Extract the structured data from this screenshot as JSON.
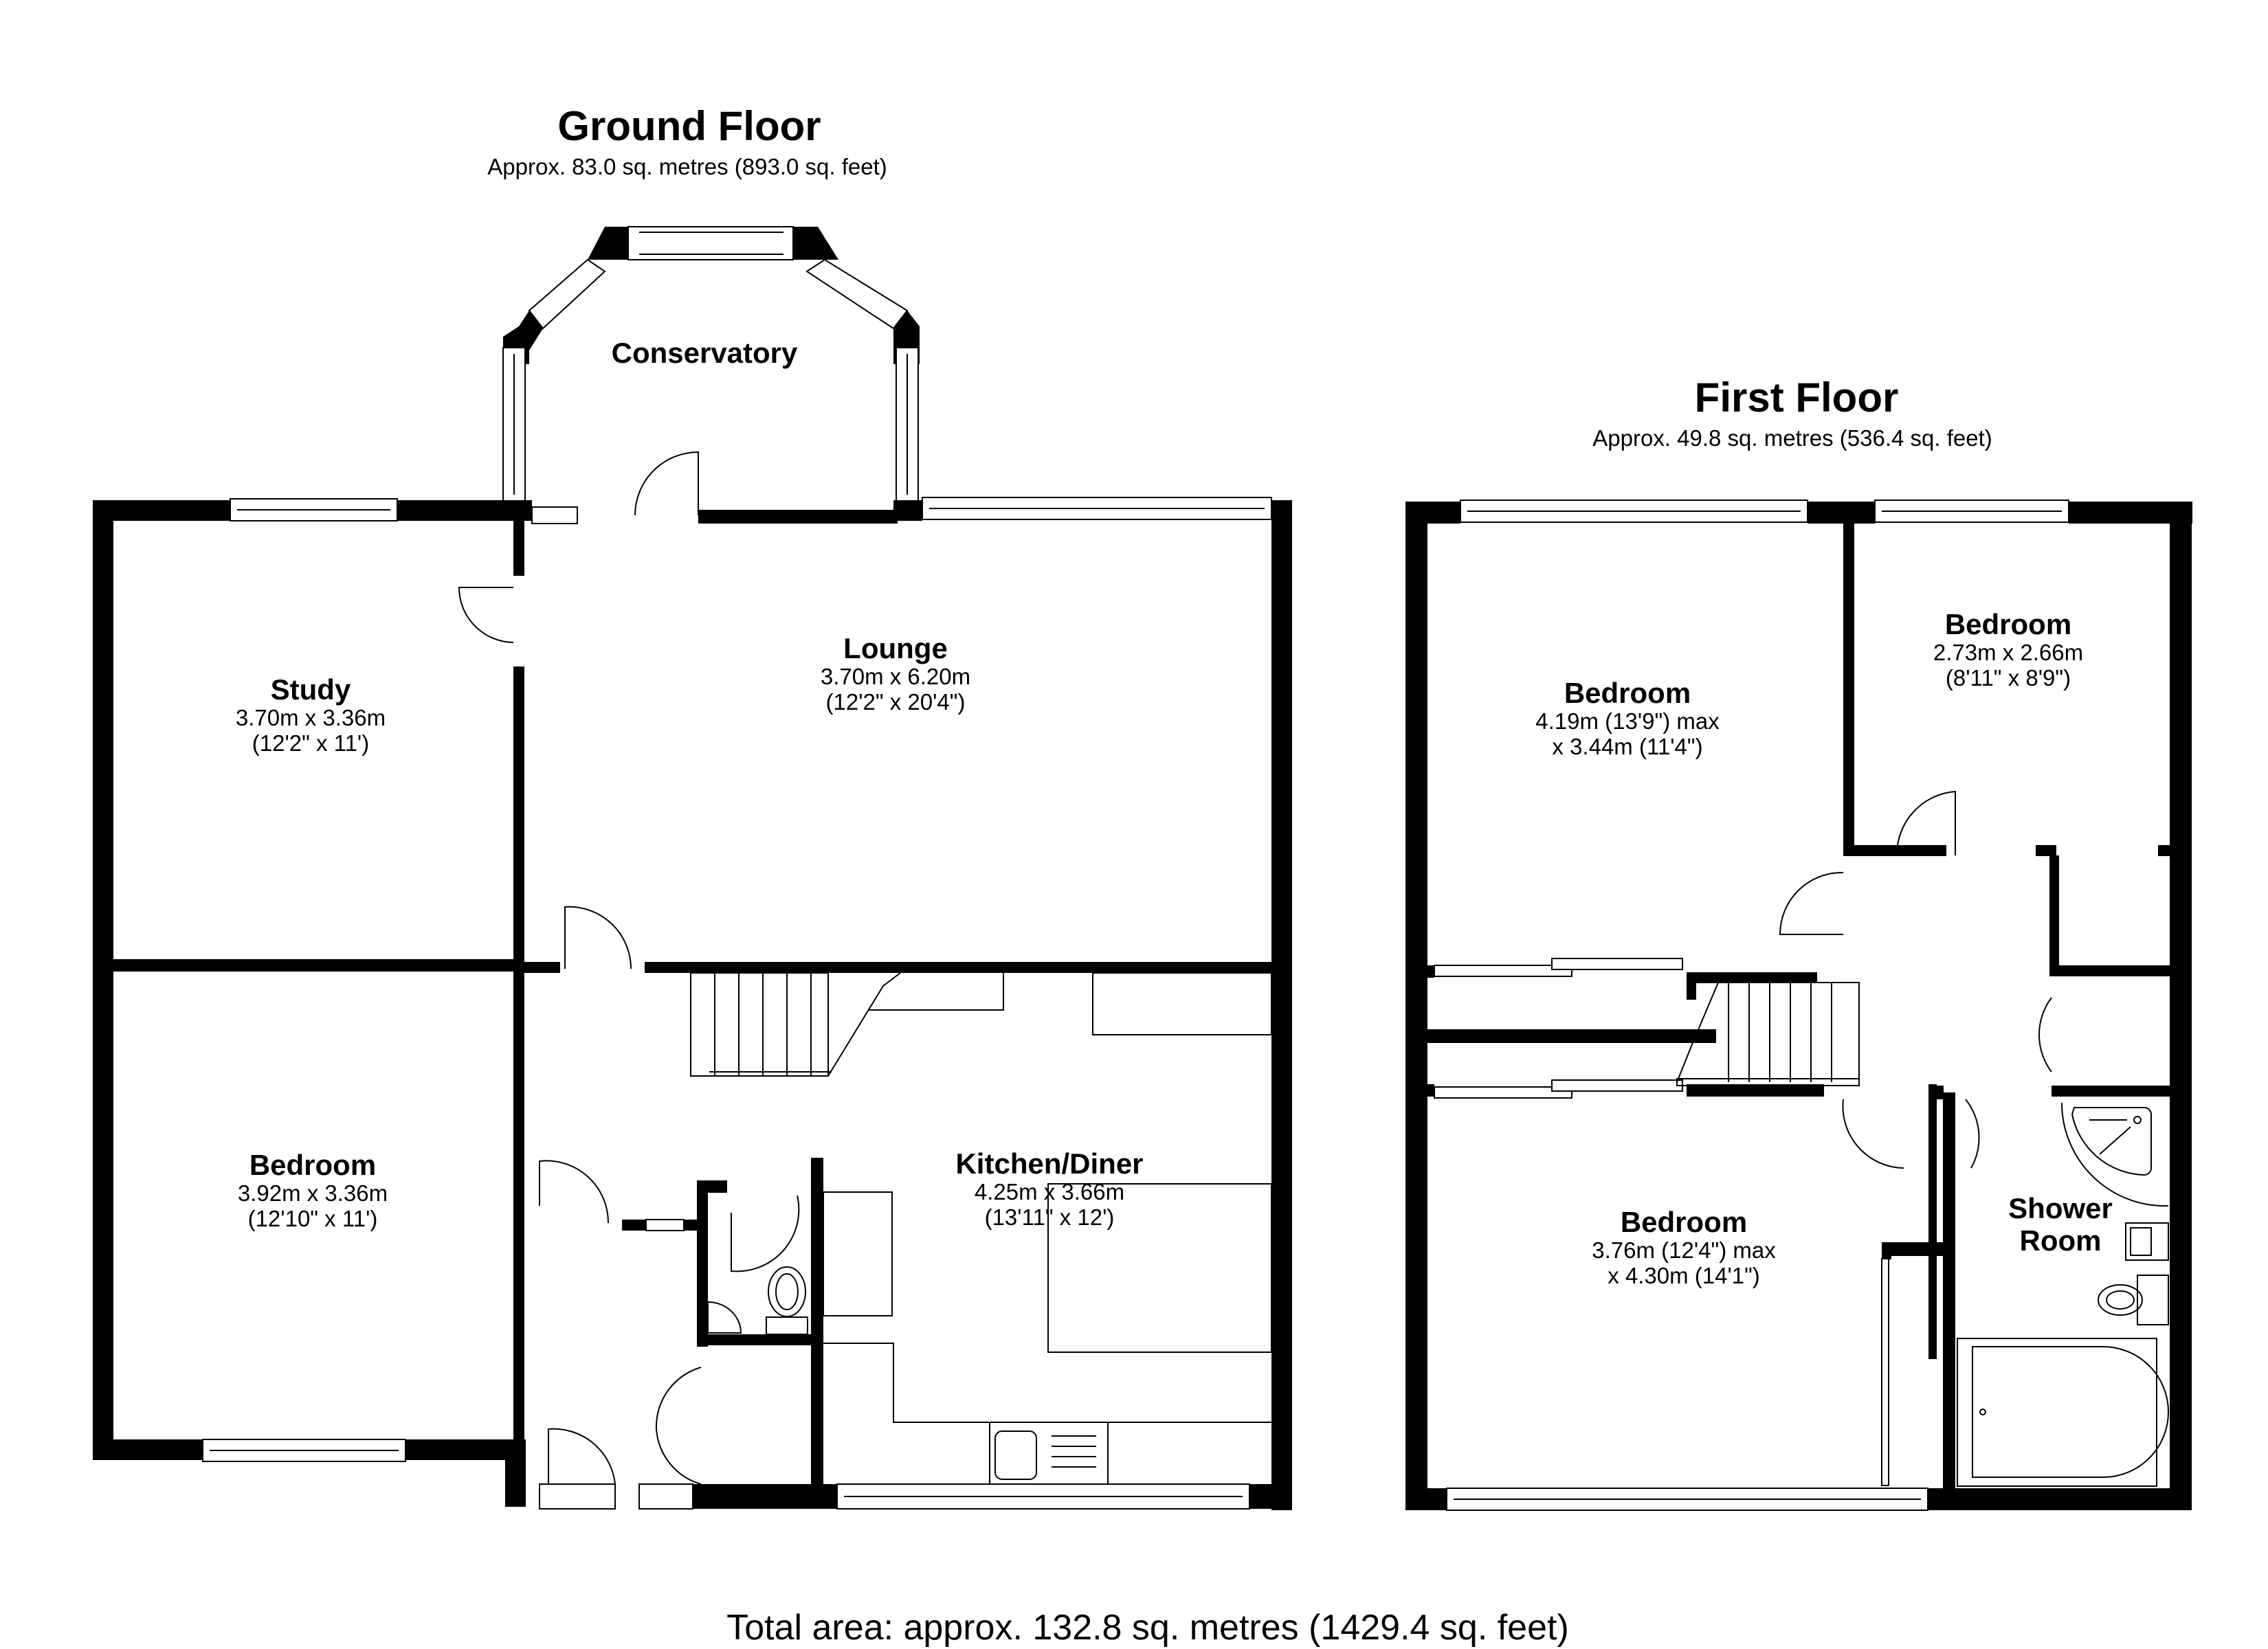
{
  "ground_floor": {
    "title": "Ground Floor",
    "area": "Approx. 83.0 sq. metres (893.0 sq. feet)",
    "rooms": [
      {
        "name": "Conservatory",
        "dim1": "",
        "dim2": ""
      },
      {
        "name": "Study",
        "dim1": "3.70m x 3.36m",
        "dim2": "(12'2\" x 11')"
      },
      {
        "name": "Lounge",
        "dim1": "3.70m x 6.20m",
        "dim2": "(12'2\" x 20'4\")"
      },
      {
        "name": "Bedroom",
        "dim1": "3.92m x 3.36m",
        "dim2": "(12'10\" x 11')"
      },
      {
        "name": "Kitchen/Diner",
        "dim1": "4.25m x 3.66m",
        "dim2": "(13'11\" x 12')"
      }
    ]
  },
  "first_floor": {
    "title": "First Floor",
    "area": "Approx. 49.8 sq. metres (536.4 sq. feet)",
    "rooms": [
      {
        "name": "Bedroom",
        "dim1": "4.19m (13'9\") max",
        "dim2": "x 3.44m (11'4\")"
      },
      {
        "name": "Bedroom",
        "dim1": "2.73m x 2.66m",
        "dim2": "(8'11\" x 8'9\")"
      },
      {
        "name": "Bedroom",
        "dim1": "3.76m (12'4\") max",
        "dim2": "x 4.30m (14'1\")"
      },
      {
        "name": "Shower",
        "dim1": "Room",
        "dim2": ""
      }
    ]
  },
  "total_area": "Total area: approx. 132.8 sq. metres (1429.4 sq. feet)",
  "colors": {
    "wall": "#000000",
    "fixture": "#333333",
    "background": "#ffffff"
  }
}
